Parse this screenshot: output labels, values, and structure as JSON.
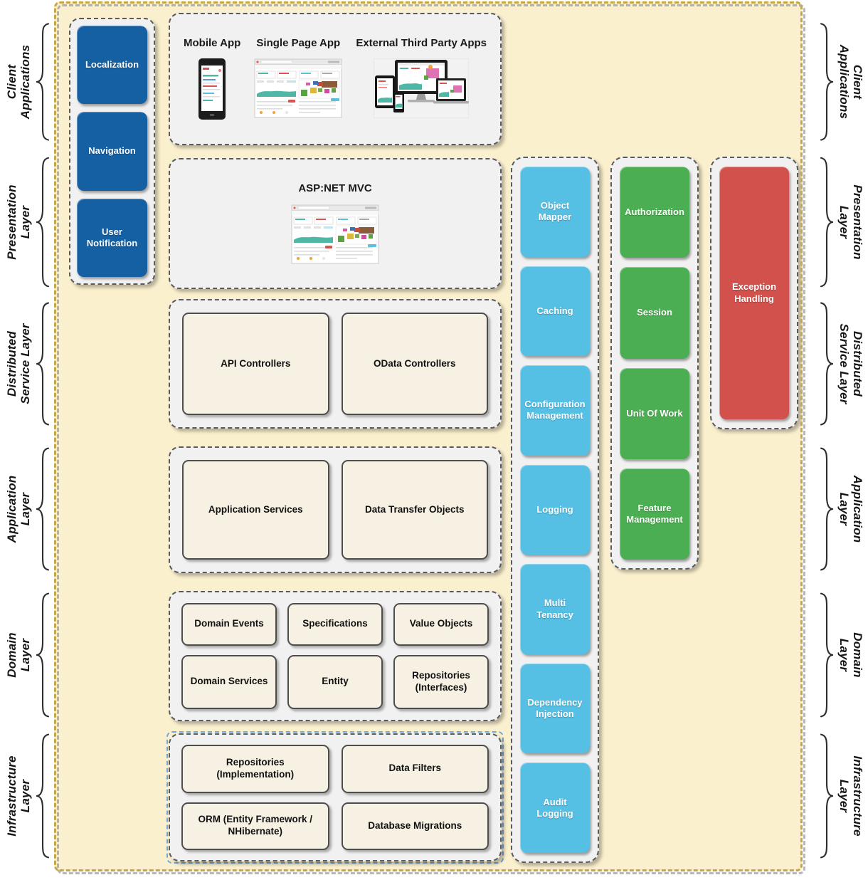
{
  "colors": {
    "blue": "#155fa3",
    "cyan": "#55bfe4",
    "green": "#4cae52",
    "red": "#d2514c",
    "panel-bg": "#fbf0ce",
    "panel-border": "#c7a646",
    "group-bg": "#f1f1f1",
    "group-border": "#5a5a5a",
    "beige-box-bg": "#f6f1e2",
    "beige-box-border": "#4d4d4d",
    "infra-border": "#6fa8dc"
  },
  "layers": [
    {
      "label": "Client\nApplications"
    },
    {
      "label": "Presentation\nLayer"
    },
    {
      "label": "Distributed\nService Layer"
    },
    {
      "label": "Application\nLayer"
    },
    {
      "label": "Domain\nLayer"
    },
    {
      "label": "Infrastructure\nLayer"
    }
  ],
  "sidebar": {
    "items": [
      "Localization",
      "Navigation",
      "User Notification"
    ]
  },
  "client_apps": {
    "titles": [
      "Mobile App",
      "Single Page App",
      "External Third Party Apps"
    ]
  },
  "presentation": {
    "title": "ASP:NET MVC"
  },
  "distributed_service": {
    "items": [
      "API Controllers",
      "OData Controllers"
    ]
  },
  "application_layer": {
    "items": [
      "Application Services",
      "Data Transfer Objects"
    ]
  },
  "domain_layer": {
    "items": [
      "Domain Events",
      "Specifications",
      "Value Objects",
      "Domain Services",
      "Entity",
      "Repositories (Interfaces)"
    ]
  },
  "infrastructure_layer": {
    "items": [
      "Repositories (Implementation)",
      "Data Filters",
      "ORM (Entity Framework / NHibernate)",
      "Database Migrations"
    ]
  },
  "cross_cutting": {
    "items": [
      "Object Mapper",
      "Caching",
      "Configuration Management",
      "Logging",
      "Multi Tenancy",
      "Dependency Injection",
      "Audit Logging"
    ]
  },
  "security_column": {
    "items": [
      "Authorization",
      "Session",
      "Unit Of Work",
      "Feature Management"
    ]
  },
  "exception_column": {
    "items": [
      "Exception Handling"
    ]
  }
}
